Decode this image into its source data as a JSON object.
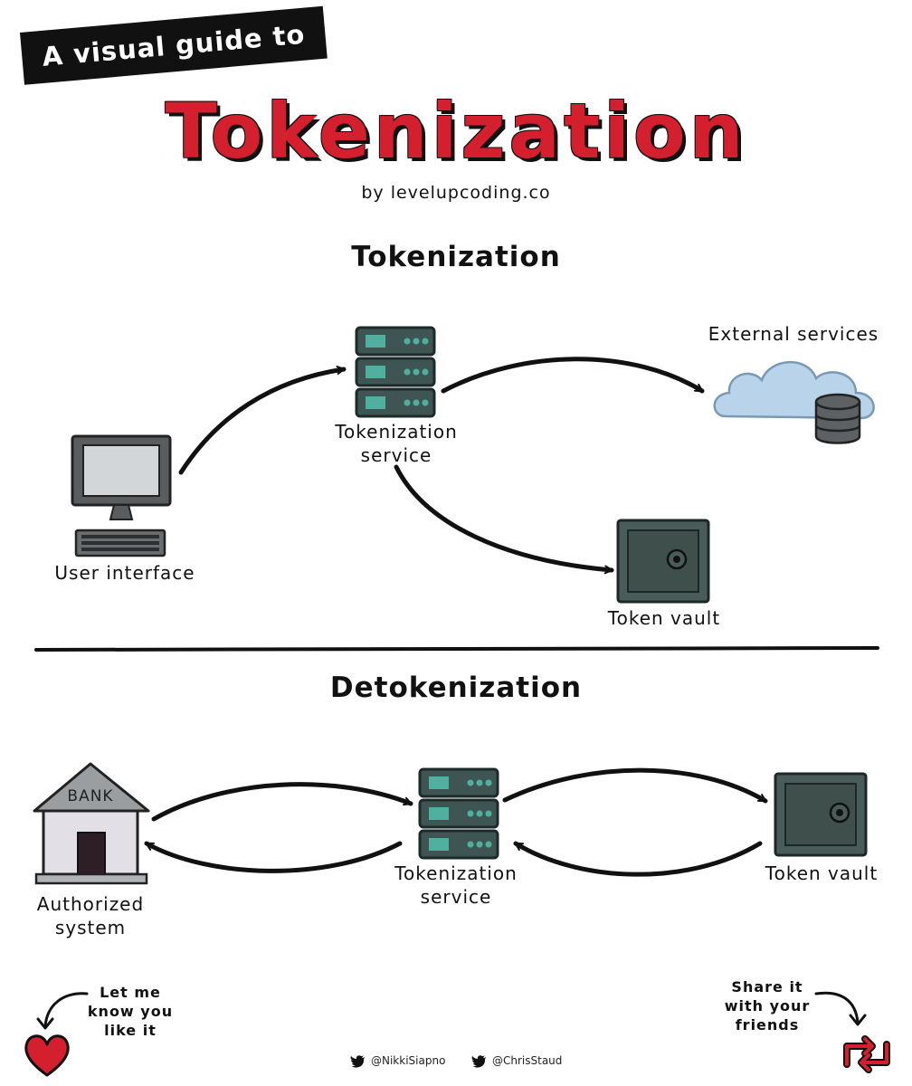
{
  "header": {
    "banner": "A visual guide to",
    "title": "Tokenization",
    "byline": "by levelupcoding.co"
  },
  "sections": {
    "tokenization": {
      "title": "Tokenization",
      "user_interface": "User interface",
      "service_line1": "Tokenization",
      "service_line2": "service",
      "external": "External services",
      "vault": "Token vault"
    },
    "detokenization": {
      "title": "Detokenization",
      "bank_sign": "BANK",
      "authorized_line1": "Authorized",
      "authorized_line2": "system",
      "service_line1": "Tokenization",
      "service_line2": "service",
      "vault": "Token vault"
    }
  },
  "footer": {
    "like_line1": "Let me",
    "like_line2": "know you",
    "like_line3": "like it",
    "share_line1": "Share it",
    "share_line2": "with your",
    "share_line3": "friends",
    "twitter1": "@NikkiSiapno",
    "twitter2": "@ChrisStaud"
  },
  "colors": {
    "red": "#d41f2f",
    "server": "#3e5553",
    "server_light": "#4fb0a0",
    "cloud": "#b9d4ea",
    "vault": "#4a5c59"
  }
}
